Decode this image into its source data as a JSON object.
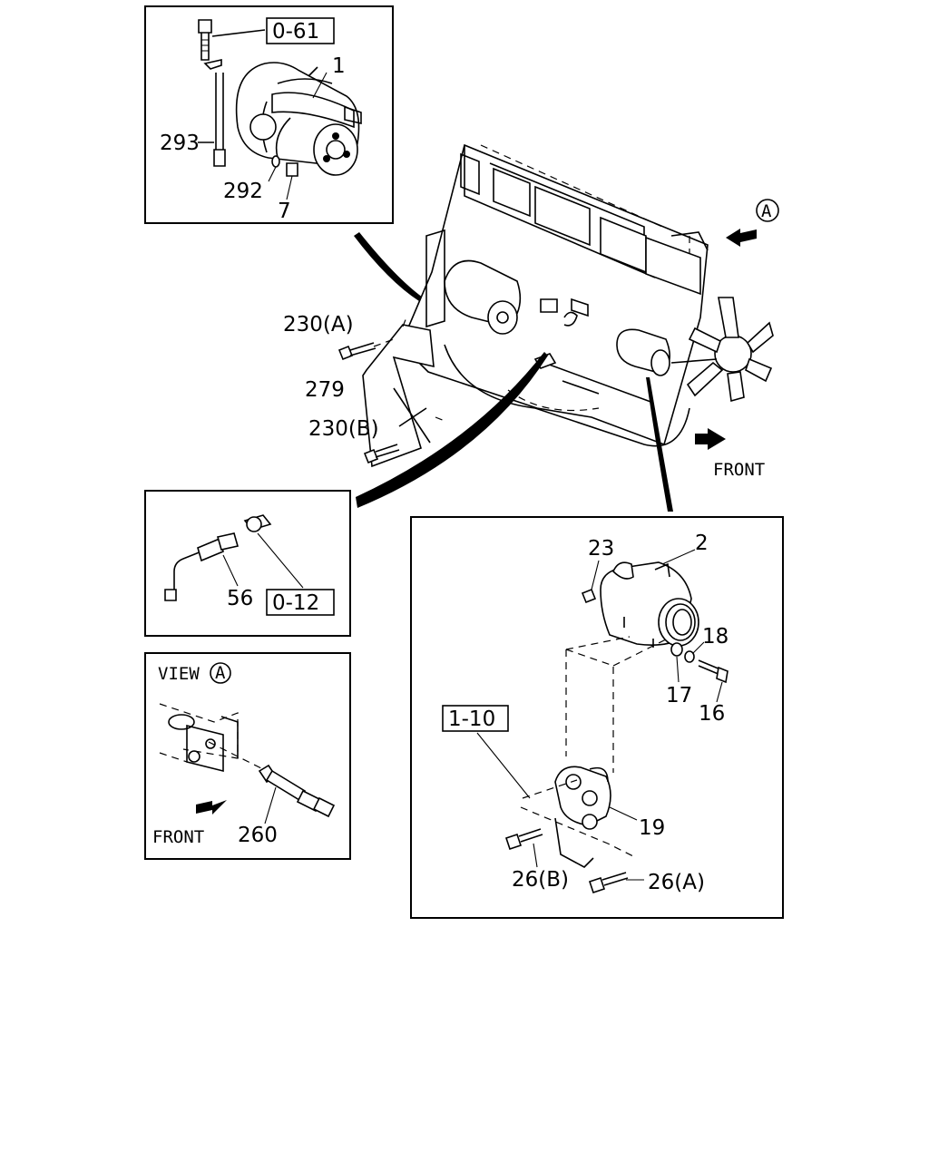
{
  "callouts": {
    "p0_61": "0-61",
    "p1": "1",
    "p293": "293",
    "p292": "292",
    "p7": "7",
    "pA_top": "A",
    "p230a": "230(A)",
    "p279": "279",
    "p230b": "230(B)",
    "front_main": "FRONT",
    "p56": "56",
    "p0_12": "0-12",
    "p23": "23",
    "p2": "2",
    "p18": "18",
    "p17": "17",
    "p16": "16",
    "p1_10": "1-10",
    "p19": "19",
    "p26b": "26(B)",
    "p26a": "26(A)",
    "view": "VIEW",
    "view_A": "A",
    "front_view": "FRONT",
    "p260": "260"
  }
}
